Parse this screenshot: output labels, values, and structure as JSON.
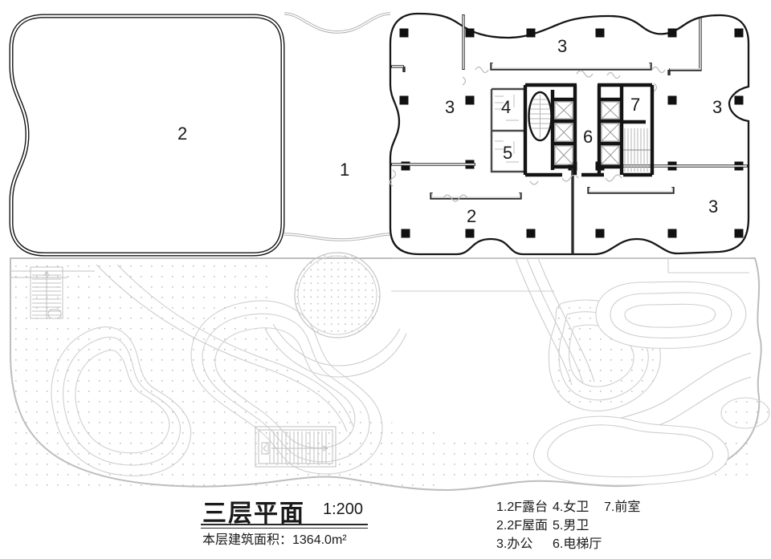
{
  "title_block": {
    "title": "三层平面",
    "scale": "1:200",
    "area": "本层建筑面积：1364.0m²"
  },
  "legend": {
    "col1": [
      "1.2F露台",
      "2.2F屋面",
      "3.办公"
    ],
    "col2": [
      "4.女卫",
      "5.男卫",
      "6.电梯厅"
    ],
    "col3": [
      "7.前室"
    ]
  },
  "plan": {
    "labels": {
      "roof_large": "2",
      "terrace": "1",
      "office_top": "3",
      "office_left": "3",
      "women_wc": "4",
      "men_wc": "5",
      "elevator_hall": "6",
      "vestibule": "7",
      "office_right_top": "3",
      "roof_lower": "2",
      "office_right_bottom": "3"
    }
  },
  "colors": {
    "ink": "#1a1a1a",
    "light_gray": "#c7c7c7",
    "wall_black": "#141414"
  }
}
